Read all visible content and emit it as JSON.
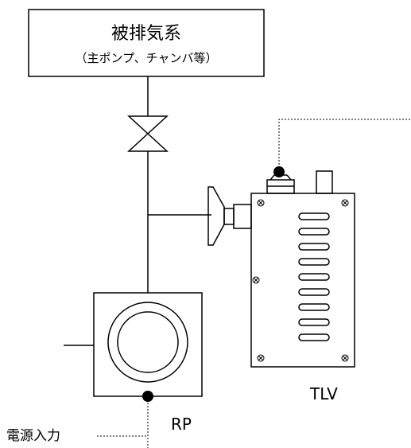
{
  "source_box": {
    "title": "被排気系",
    "subtitle": "（主ポンプ、チャンバ等）"
  },
  "tlv": {
    "label": "TLV"
  },
  "rp": {
    "label": "RP"
  },
  "power": {
    "label": "電源入力"
  }
}
